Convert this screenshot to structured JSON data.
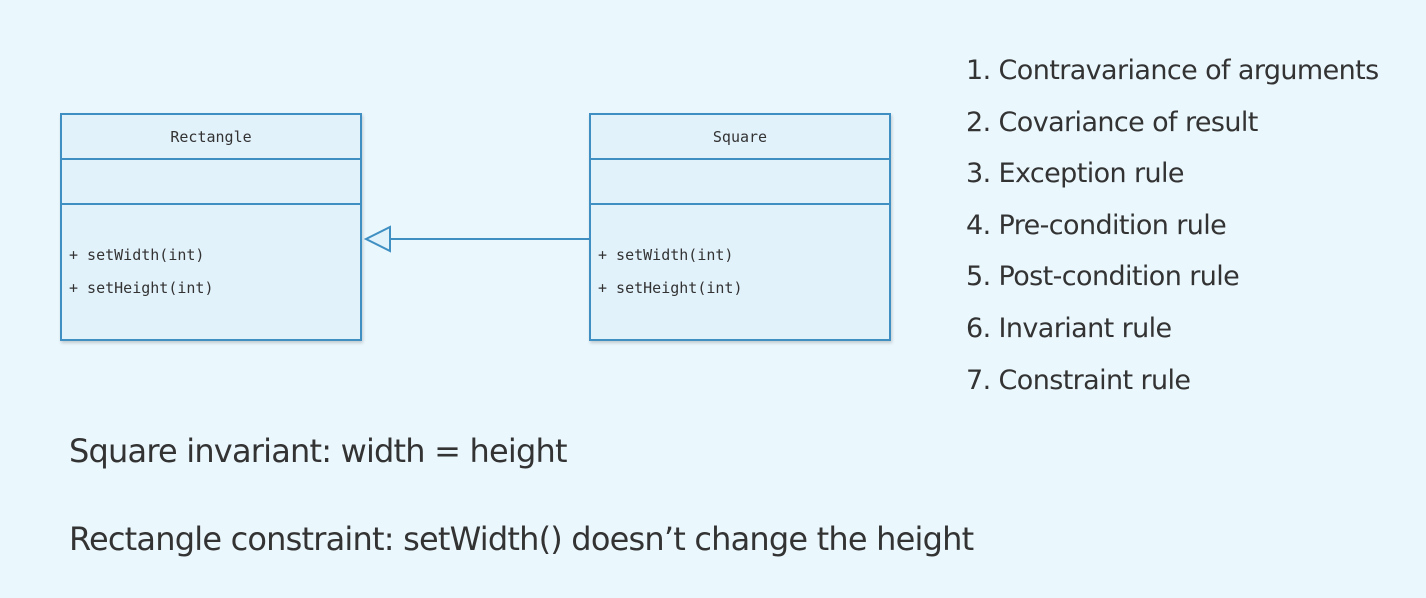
{
  "diagram": {
    "rectangle_class": {
      "name": "Rectangle",
      "methods": [
        "+ setWidth(int)",
        "+ setHeight(int)"
      ]
    },
    "square_class": {
      "name": "Square",
      "methods": [
        "+ setWidth(int)",
        "+ setHeight(int)"
      ]
    },
    "relationship": "Square inherits from Rectangle",
    "colors": {
      "background": "#eaf7fd",
      "box_fill": "#e2f2fb",
      "box_border": "#3f8fc3",
      "text": "#333333"
    }
  },
  "rules": [
    "1. Contravariance of arguments",
    "2. Covariance of result",
    "3. Exception rule",
    "4. Pre-condition rule",
    "5. Post-condition rule",
    "6. Invariant rule",
    "7. Constraint rule"
  ],
  "statements": {
    "square_invariant": "Square invariant: width = height",
    "rectangle_constraint": "Rectangle constraint: setWidth() doesn’t change the height"
  }
}
